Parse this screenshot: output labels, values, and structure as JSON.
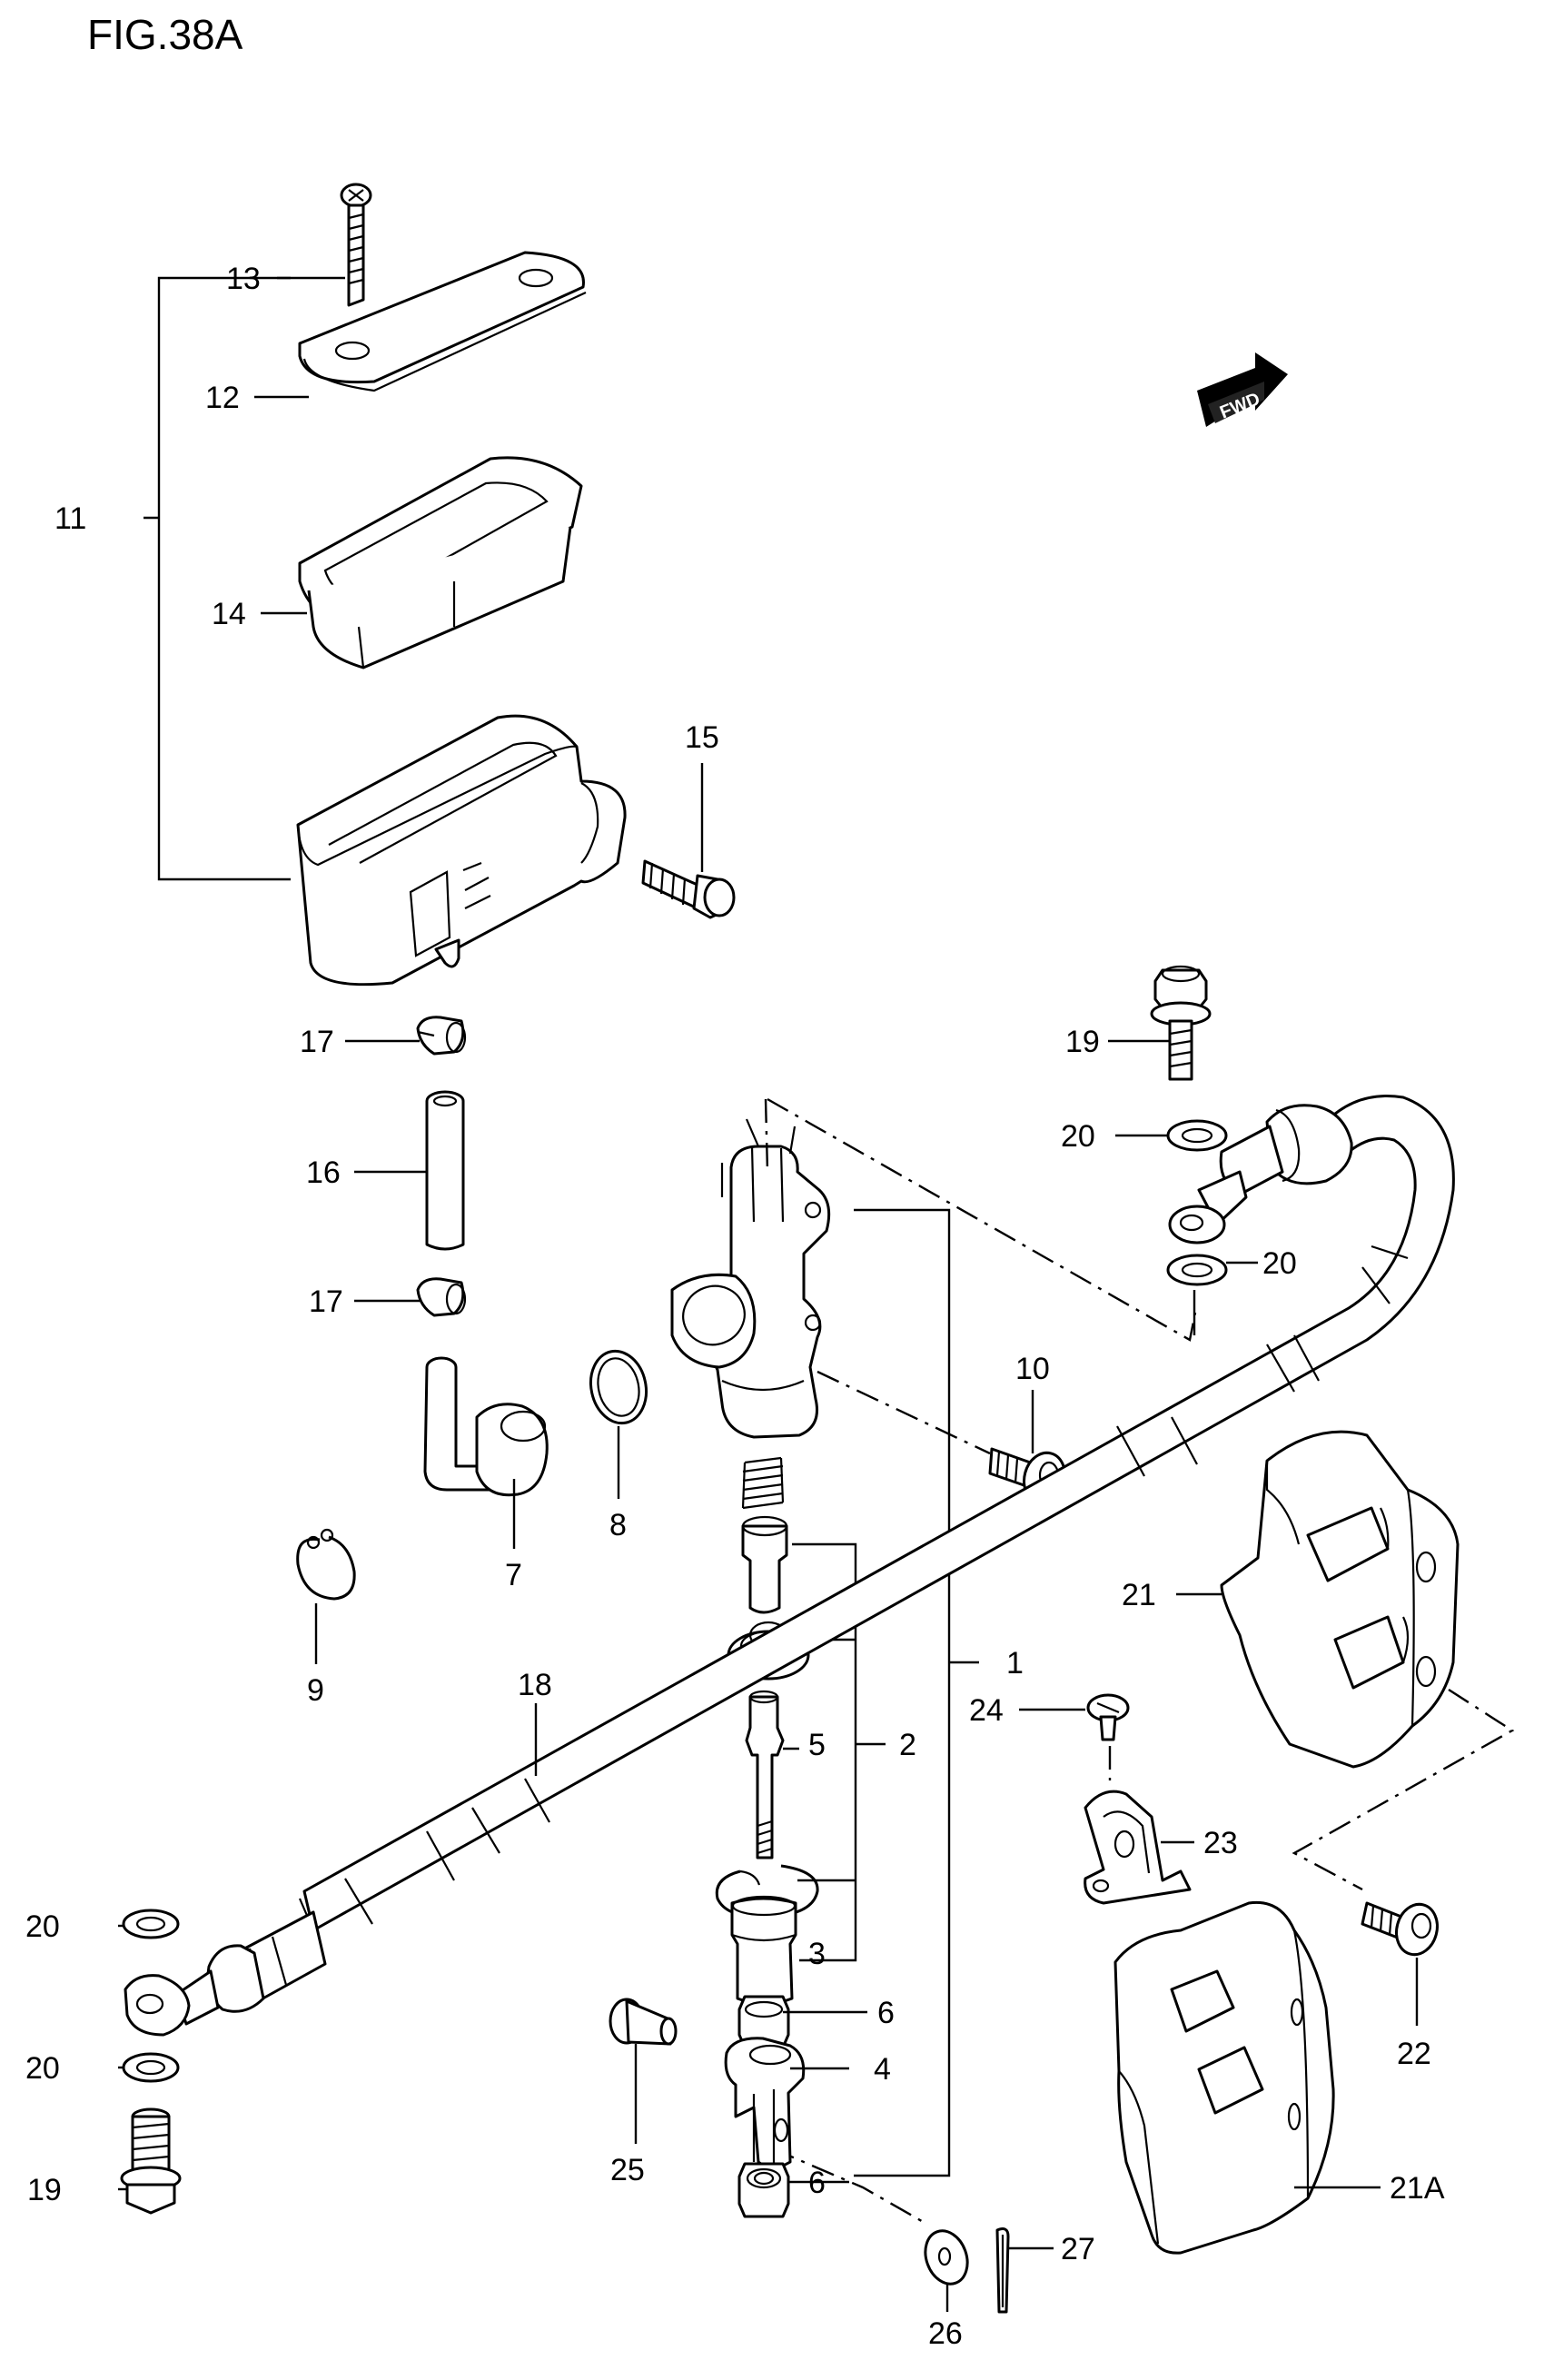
{
  "figure": {
    "title": "FIG.38A",
    "fwd_label": "FWD"
  },
  "callouts": [
    {
      "id": "c13",
      "text": "13"
    },
    {
      "id": "c12",
      "text": "12"
    },
    {
      "id": "c11",
      "text": "11"
    },
    {
      "id": "c14",
      "text": "14"
    },
    {
      "id": "c15",
      "text": "15"
    },
    {
      "id": "c17a",
      "text": "17"
    },
    {
      "id": "c16",
      "text": "16"
    },
    {
      "id": "c17b",
      "text": "17"
    },
    {
      "id": "c19a",
      "text": "19"
    },
    {
      "id": "c20a",
      "text": "20"
    },
    {
      "id": "c20b",
      "text": "20"
    },
    {
      "id": "c10",
      "text": "10"
    },
    {
      "id": "c8",
      "text": "8"
    },
    {
      "id": "c7",
      "text": "7"
    },
    {
      "id": "c9",
      "text": "9"
    },
    {
      "id": "c21",
      "text": "21"
    },
    {
      "id": "c18",
      "text": "18"
    },
    {
      "id": "c1",
      "text": "1"
    },
    {
      "id": "c24",
      "text": "24"
    },
    {
      "id": "c5",
      "text": "5"
    },
    {
      "id": "c2",
      "text": "2"
    },
    {
      "id": "c23",
      "text": "23"
    },
    {
      "id": "c20c",
      "text": "20"
    },
    {
      "id": "c3",
      "text": "3"
    },
    {
      "id": "c22",
      "text": "22"
    },
    {
      "id": "c6a",
      "text": "6"
    },
    {
      "id": "c20d",
      "text": "20"
    },
    {
      "id": "c4",
      "text": "4"
    },
    {
      "id": "c25",
      "text": "25"
    },
    {
      "id": "c6b",
      "text": "6"
    },
    {
      "id": "c21a",
      "text": "21A"
    },
    {
      "id": "c19b",
      "text": "19"
    },
    {
      "id": "c27",
      "text": "27"
    },
    {
      "id": "c26",
      "text": "26"
    }
  ]
}
